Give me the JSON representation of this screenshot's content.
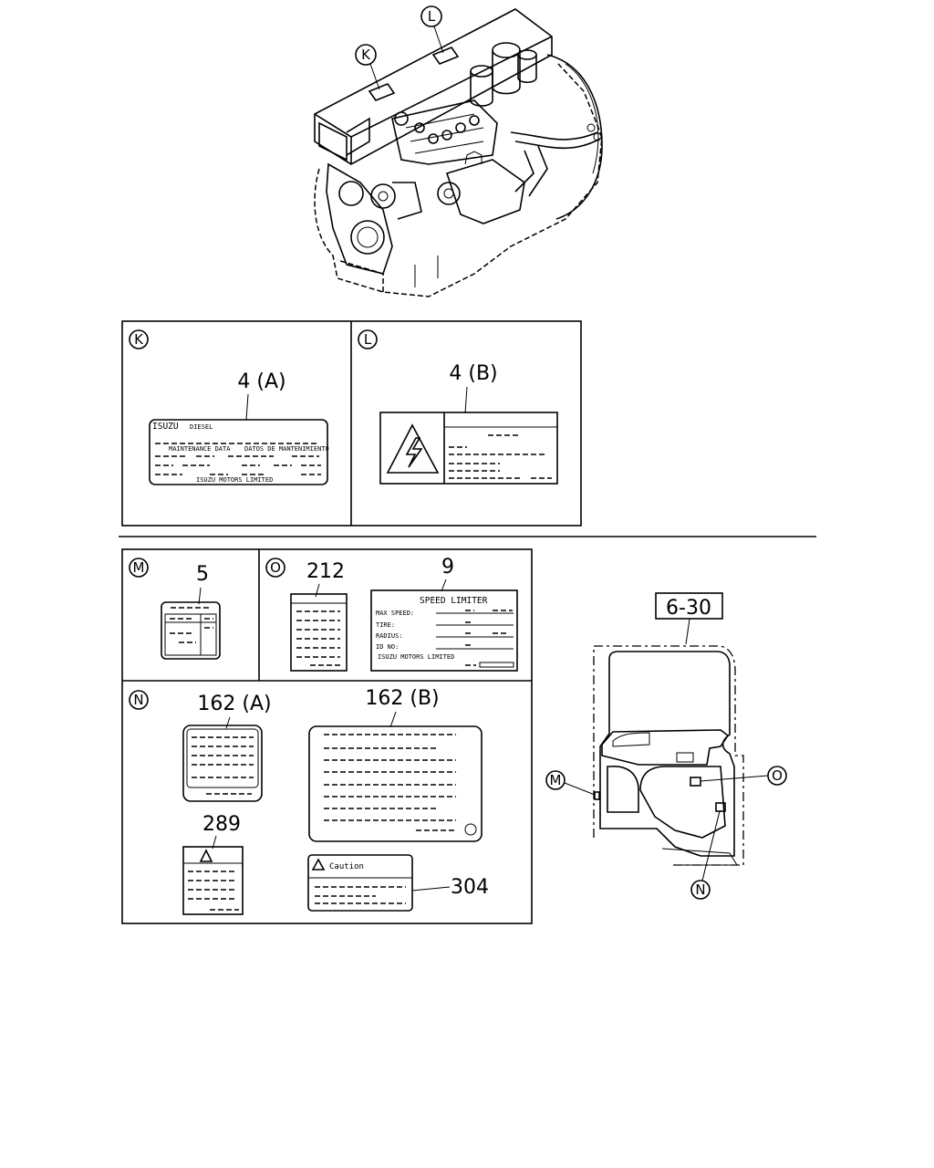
{
  "callouts": {
    "K": "K",
    "L": "L",
    "M": "M",
    "N": "N",
    "O": "O"
  },
  "panel_k": {
    "part_label": "4 (A)",
    "label_brand": "ISUZU",
    "label_brand_sub": "DIESEL",
    "label_col1": "MAINTENANCE DATA",
    "label_col2": "DATOS DE MANTENIMIENTO",
    "label_footer": "ISUZU MOTORS LIMITED"
  },
  "panel_l": {
    "part_label": "4 (B)"
  },
  "panel_m": {
    "part_label": "5"
  },
  "panel_o": {
    "part_label_212": "212",
    "part_label_9": "9",
    "speed_limiter": {
      "title": "SPEED LIMITER",
      "row1": "MAX SPEED:",
      "row2": "TIRE:",
      "row3": "RADIUS:",
      "row4": "ID NO:",
      "footer": "ISUZU MOTORS LIMITED"
    }
  },
  "panel_n": {
    "part_label_162a": "162 (A)",
    "part_label_162b": "162 (B)",
    "part_label_289": "289",
    "part_label_304": "304",
    "caution_text": "Caution"
  },
  "door": {
    "ref_label": "6-30"
  }
}
